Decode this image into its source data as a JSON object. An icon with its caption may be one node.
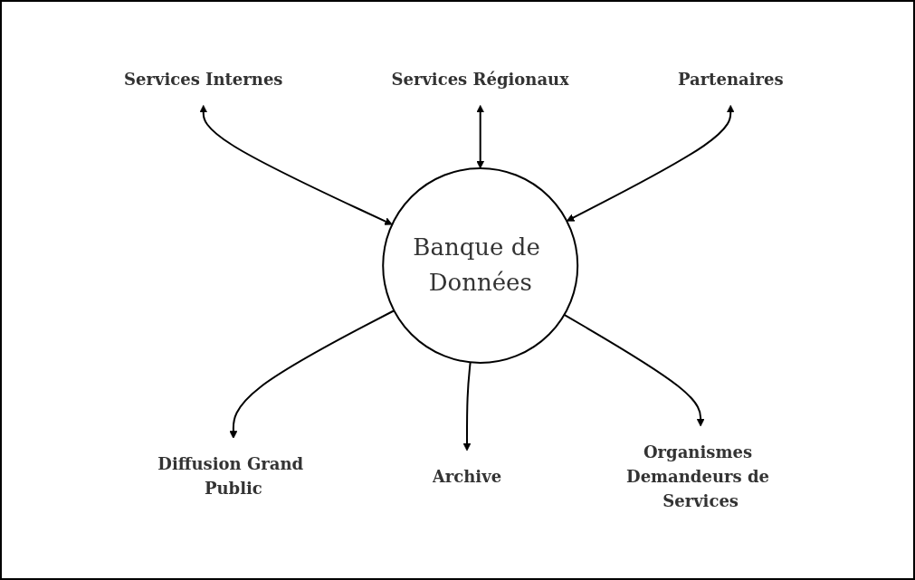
{
  "diagram": {
    "nodes": [
      {
        "text": [
          "Services Internes"
        ]
      },
      {
        "text": [
          "Services Régionaux"
        ]
      },
      {
        "text": [
          "Banque de Données"
        ]
      },
      {
        "text": [
          "Partenaires"
        ]
      },
      {
        "text": [
          "Diffusion Grand Public"
        ]
      },
      {
        "text": [
          "Archive"
        ]
      },
      {
        "text": [
          "Organismes Demandeurs de Services"
        ]
      }
    ],
    "edges": [
      {
        "from": 0,
        "to": 2,
        "arrow": "both"
      },
      {
        "from": 1,
        "to": 2,
        "arrow": "both"
      },
      {
        "from": 3,
        "to": 2,
        "arrow": "both"
      },
      {
        "from": 2,
        "to": 4,
        "arrow": "to"
      },
      {
        "from": 2,
        "to": 5,
        "arrow": "to"
      },
      {
        "from": 2,
        "to": 6,
        "arrow": "to"
      }
    ]
  }
}
